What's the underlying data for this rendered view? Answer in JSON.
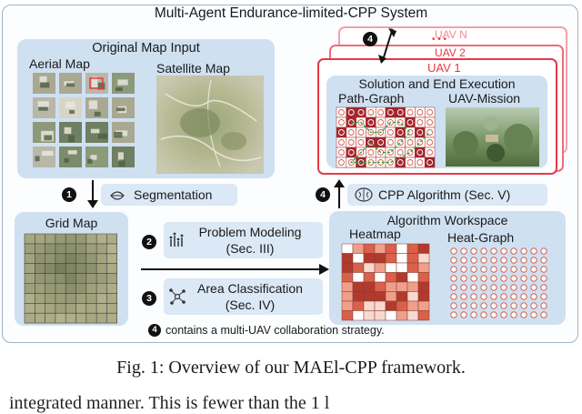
{
  "system_title": "Multi-Agent Endurance-limited-CPP System",
  "original_map": {
    "title": "Original Map Input",
    "aerial_label": "Aerial Map",
    "satellite_label": "Satellite Map"
  },
  "steps": {
    "segmentation": {
      "badge": "1",
      "label": "Segmentation"
    },
    "problem_modeling": {
      "badge": "2",
      "line1": "Problem Modeling",
      "line2": "(Sec. III)"
    },
    "area_classification": {
      "badge": "3",
      "line1": "Area Classification",
      "line2": "(Sec. IV)"
    },
    "cpp_algorithm": {
      "badge": "4",
      "label": "CPP Algorithm (Sec. V)"
    },
    "collab_badge": "4",
    "collab_note": "contains a multi-UAV collaboration strategy.",
    "uav_link_badge": "4"
  },
  "grid_map": {
    "title": "Grid Map"
  },
  "workspace": {
    "title": "Algorithm Workspace",
    "heatmap_label": "Heatmap",
    "heatgraph_label": "Heat-Graph"
  },
  "uavs": {
    "uav_n": "UAV N",
    "dots": "• • •",
    "uav_2": "UAV 2",
    "uav_1": "UAV 1"
  },
  "solution": {
    "title": "Solution and End Execution",
    "path_graph_label": "Path-Graph",
    "uav_mission_label": "UAV-Mission"
  },
  "colors": {
    "accent_red": "#e63946",
    "panel_blue": "#cfe0f1",
    "heat_dark": "#b03a2e"
  },
  "caption": "Fig. 1: Overview of our MAEl-CPP framework.",
  "below_text": "integrated manner. This is fewer than the 1 l"
}
